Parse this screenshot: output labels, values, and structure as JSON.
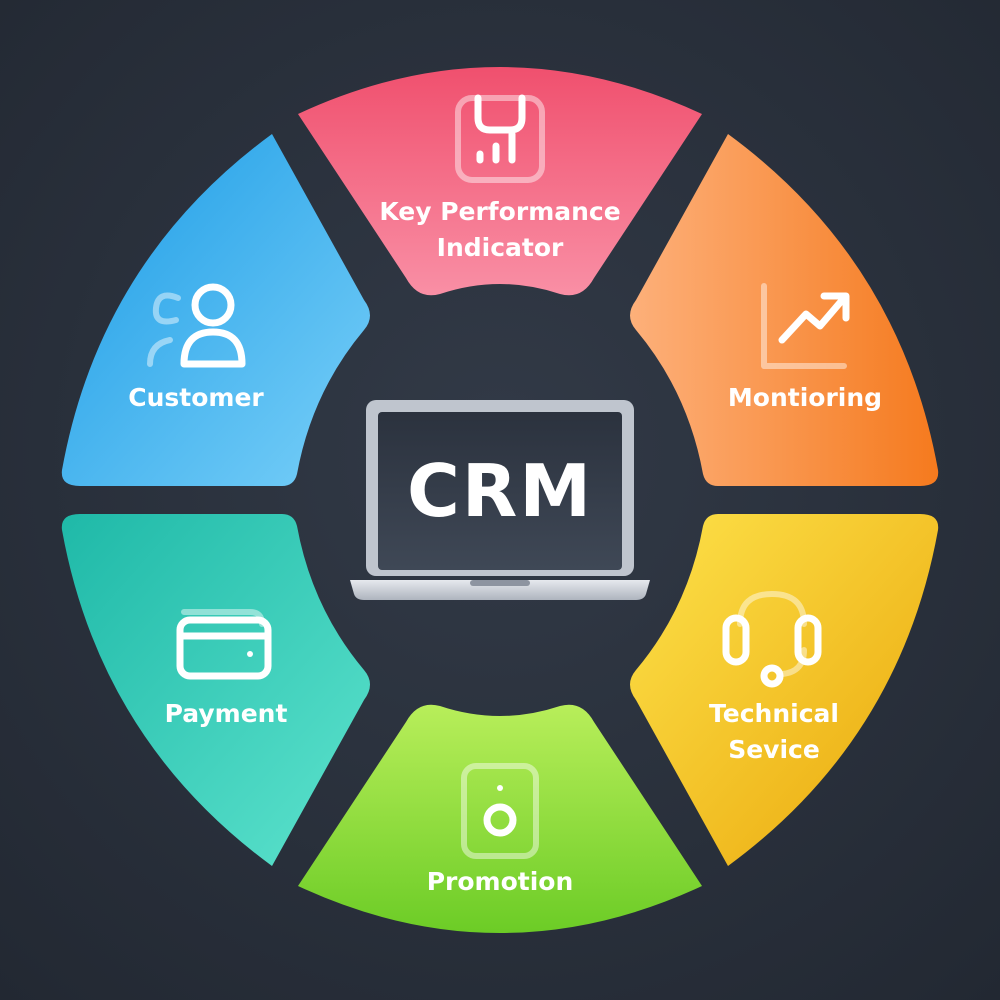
{
  "diagram": {
    "center_label": "CRM",
    "segments": [
      {
        "id": "kpi",
        "lines": [
          "Key Performance",
          "Indicator"
        ],
        "icon": "kpi-report-icon",
        "color_start": "#f0506e",
        "color_end": "#f98fa5"
      },
      {
        "id": "monitoring",
        "lines": [
          "Montioring"
        ],
        "icon": "trend-chart-icon",
        "color_start": "#fdb07a",
        "color_end": "#f57a1e"
      },
      {
        "id": "technical-service",
        "lines": [
          "Technical",
          "Sevice"
        ],
        "icon": "headset-icon",
        "color_start": "#fde24a",
        "color_end": "#eaa60a"
      },
      {
        "id": "promotion",
        "lines": [
          "Promotion"
        ],
        "icon": "speaker-icon",
        "color_start": "#b8ee5a",
        "color_end": "#6ccc26"
      },
      {
        "id": "payment",
        "lines": [
          "Payment"
        ],
        "icon": "wallet-icon",
        "color_start": "#1fb9a8",
        "color_end": "#5de3cd"
      },
      {
        "id": "customer",
        "lines": [
          "Customer"
        ],
        "icon": "users-icon",
        "color_start": "#1c9ce6",
        "color_end": "#78cff8"
      }
    ]
  }
}
